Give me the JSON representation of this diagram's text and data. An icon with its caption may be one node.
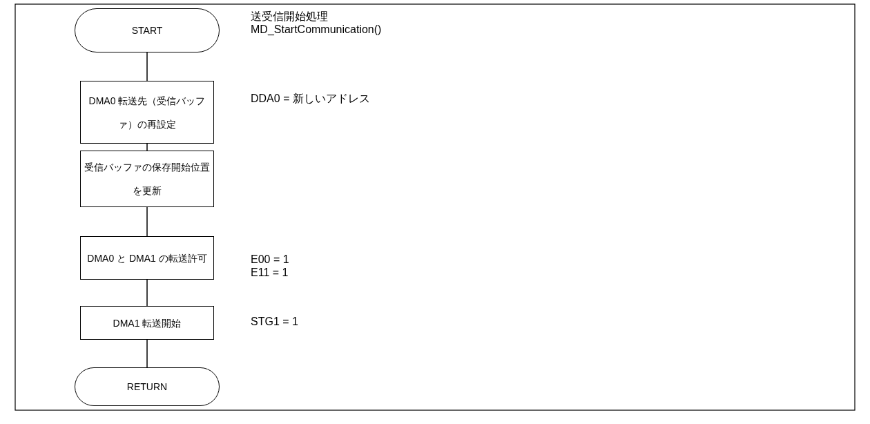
{
  "diagram": {
    "nodes": [
      {
        "text": [
          "START"
        ]
      },
      {
        "text": [
          "DMA0 転送先（受信バッファ）の再設定"
        ]
      },
      {
        "text": [
          "受信バッファの保存開始位置を更新"
        ]
      },
      {
        "text": [
          "DMA0 と DMA1 の転送許可"
        ]
      },
      {
        "text": [
          "DMA1 転送開始"
        ]
      },
      {
        "text": [
          "RETURN"
        ]
      }
    ],
    "edges": [
      {
        "from": 0,
        "to": 1,
        "arrow": "none"
      },
      {
        "from": 1,
        "to": 2,
        "arrow": "none"
      },
      {
        "from": 2,
        "to": 3,
        "arrow": "none"
      },
      {
        "from": 3,
        "to": 4,
        "arrow": "none"
      },
      {
        "from": 4,
        "to": 5,
        "arrow": "none"
      }
    ],
    "labels": [
      "送受信開始処理",
      "MD_StartCommunication()",
      "DDA0 = 新しいアドレス",
      "E00 = 1",
      "E11 = 1",
      "STG1 = 1"
    ]
  }
}
